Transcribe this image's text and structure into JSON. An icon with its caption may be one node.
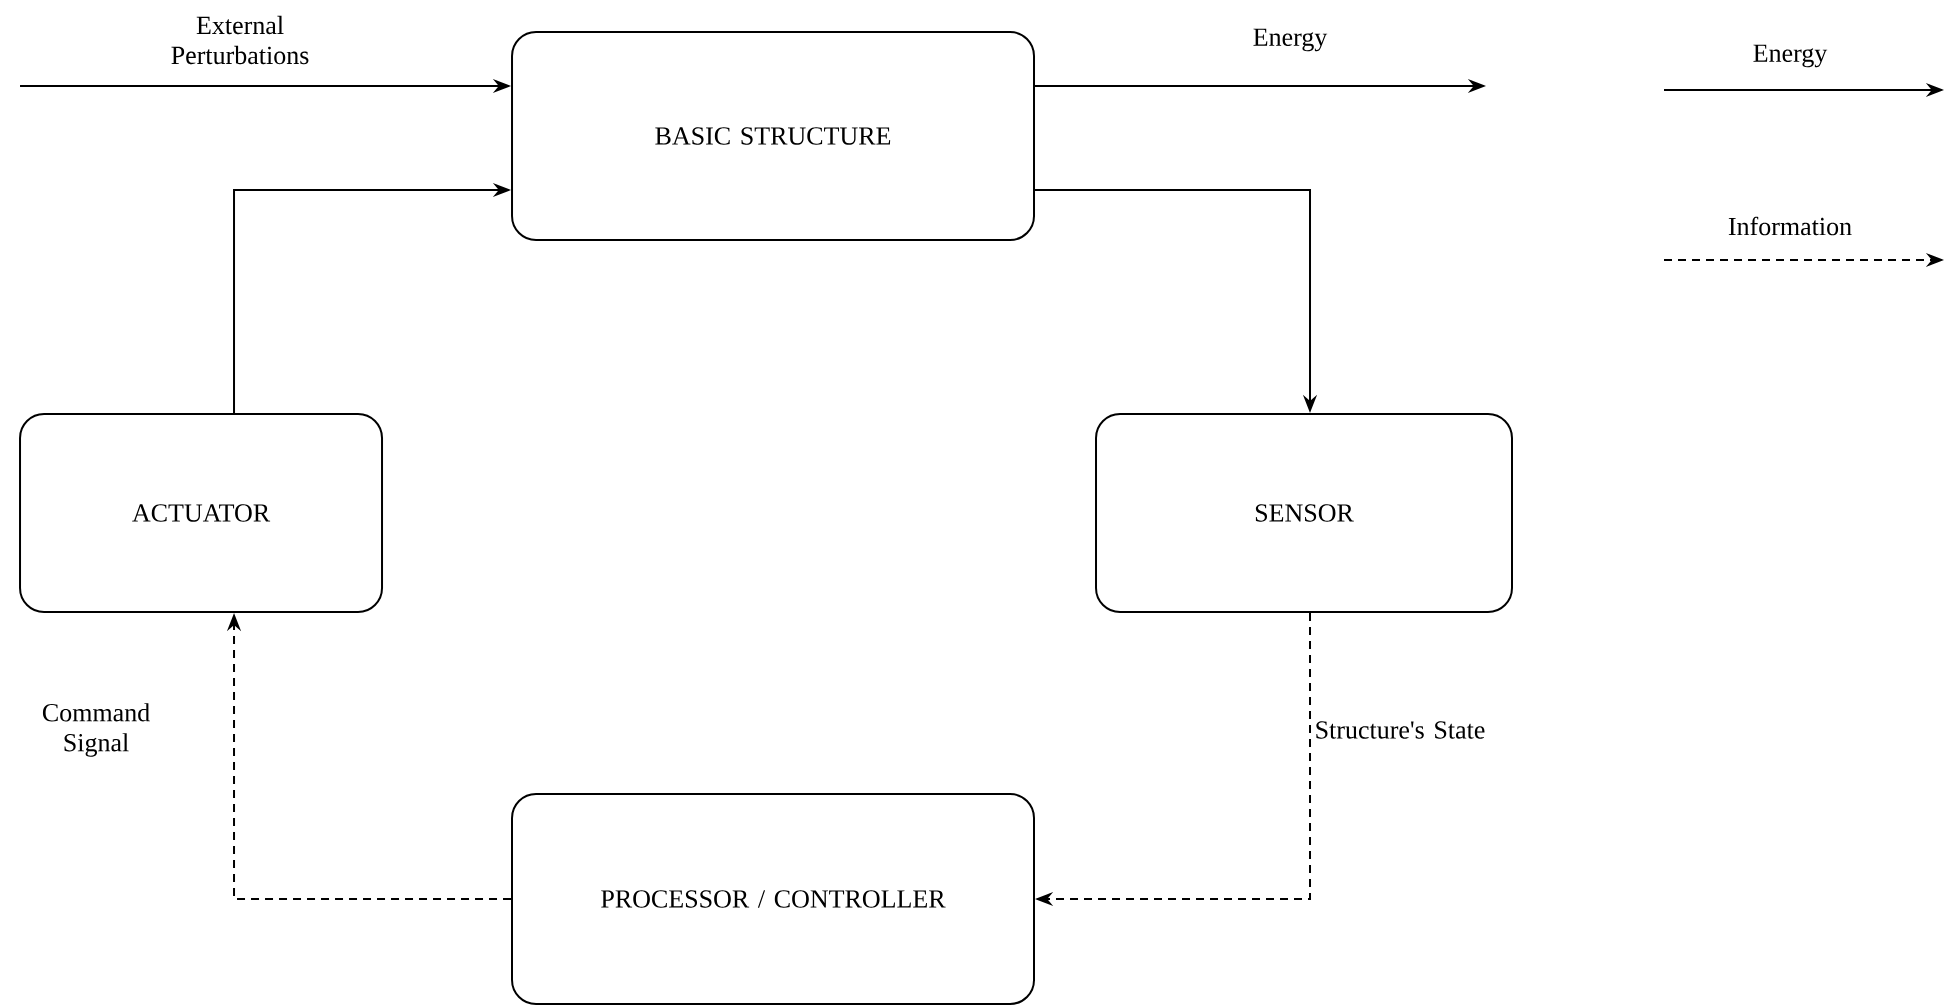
{
  "diagram": {
    "nodes": [
      {
        "text": [
          "BASIC STRUCTURE"
        ]
      },
      {
        "text": [
          "ACTUATOR"
        ]
      },
      {
        "text": [
          "SENSOR"
        ]
      },
      {
        "text": [
          "PROCESSOR / CONTROLLER"
        ]
      }
    ],
    "edges": [
      {
        "from": null,
        "to": 0,
        "arrow": "to",
        "label": "External Perturbations"
      },
      {
        "from": 0,
        "to": null,
        "arrow": "to",
        "label": "Energy"
      },
      {
        "from": 0,
        "to": 2,
        "arrow": "to"
      },
      {
        "from": 2,
        "to": 3,
        "arrow": "to",
        "style": "dashed",
        "label": "Structure's State"
      },
      {
        "from": 3,
        "to": 1,
        "arrow": "to",
        "style": "dashed",
        "label": "Command Signal"
      },
      {
        "from": 1,
        "to": 0,
        "arrow": "to"
      }
    ],
    "legend": [
      {
        "text": "Energy"
      },
      {
        "text": "Information"
      }
    ]
  }
}
